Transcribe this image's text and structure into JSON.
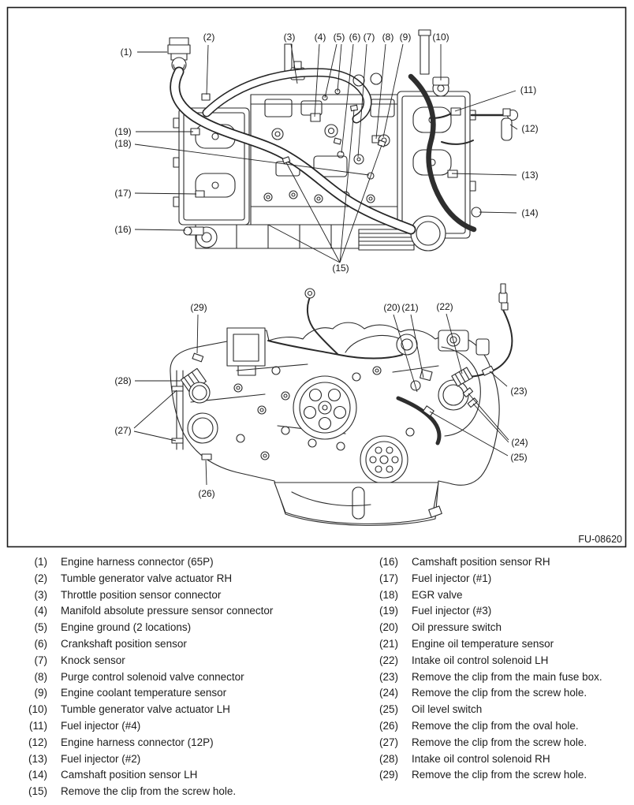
{
  "figure_code": "FU-08620",
  "callouts": {
    "c1": "(1)",
    "c2": "(2)",
    "c3": "(3)",
    "c4": "(4)",
    "c5": "(5)",
    "c6": "(6)",
    "c7": "(7)",
    "c8": "(8)",
    "c9": "(9)",
    "c10": "(10)",
    "c11": "(11)",
    "c12": "(12)",
    "c13": "(13)",
    "c14": "(14)",
    "c15": "(15)",
    "c16": "(16)",
    "c17": "(17)",
    "c18": "(18)",
    "c19": "(19)",
    "c20": "(20)",
    "c21": "(21)",
    "c22": "(22)",
    "c23": "(23)",
    "c24": "(24)",
    "c25": "(25)",
    "c26": "(26)",
    "c27": "(27)",
    "c28": "(28)",
    "c29": "(29)"
  },
  "legend": {
    "left": [
      {
        "num": "(1)",
        "text": "Engine harness connector (65P)"
      },
      {
        "num": "(2)",
        "text": "Tumble generator valve actuator RH"
      },
      {
        "num": "(3)",
        "text": "Throttle position sensor connector"
      },
      {
        "num": "(4)",
        "text": "Manifold absolute pressure sensor connector"
      },
      {
        "num": "(5)",
        "text": "Engine ground (2 locations)"
      },
      {
        "num": "(6)",
        "text": "Crankshaft position sensor"
      },
      {
        "num": "(7)",
        "text": "Knock sensor"
      },
      {
        "num": "(8)",
        "text": "Purge control solenoid valve connector"
      },
      {
        "num": "(9)",
        "text": "Engine coolant temperature sensor"
      },
      {
        "num": "(10)",
        "text": "Tumble generator valve actuator LH"
      },
      {
        "num": "(11)",
        "text": "Fuel injector (#4)"
      },
      {
        "num": "(12)",
        "text": "Engine harness connector (12P)"
      },
      {
        "num": "(13)",
        "text": "Fuel injector (#2)"
      },
      {
        "num": "(14)",
        "text": "Camshaft position sensor LH"
      },
      {
        "num": "(15)",
        "text": "Remove the clip from the screw hole."
      }
    ],
    "right": [
      {
        "num": "(16)",
        "text": "Camshaft position sensor RH"
      },
      {
        "num": "(17)",
        "text": "Fuel injector (#1)"
      },
      {
        "num": "(18)",
        "text": "EGR valve"
      },
      {
        "num": "(19)",
        "text": "Fuel injector (#3)"
      },
      {
        "num": "(20)",
        "text": "Oil pressure switch"
      },
      {
        "num": "(21)",
        "text": "Engine oil temperature sensor"
      },
      {
        "num": "(22)",
        "text": "Intake oil control solenoid LH"
      },
      {
        "num": "(23)",
        "text": "Remove the clip from the main fuse box."
      },
      {
        "num": "(24)",
        "text": "Remove the clip from the screw hole."
      },
      {
        "num": "(25)",
        "text": "Oil level switch"
      },
      {
        "num": "(26)",
        "text": "Remove the clip from the oval hole."
      },
      {
        "num": "(27)",
        "text": "Remove the clip from the screw hole."
      },
      {
        "num": "(28)",
        "text": "Intake oil control solenoid RH"
      },
      {
        "num": "(29)",
        "text": "Remove the clip from the screw hole."
      }
    ]
  }
}
